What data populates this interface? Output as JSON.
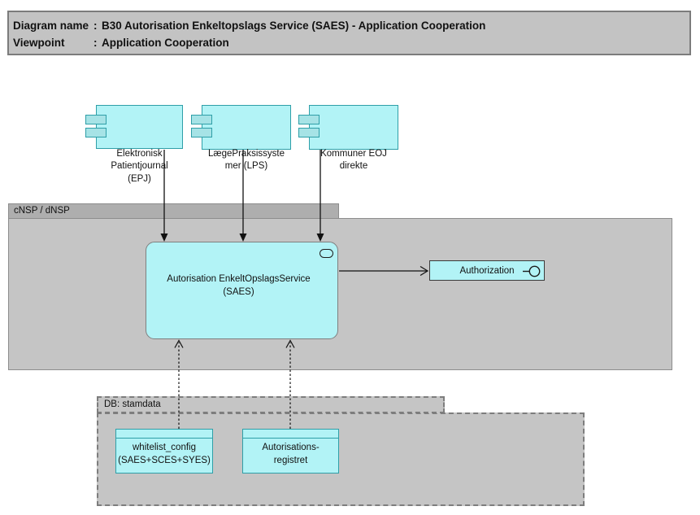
{
  "colors": {
    "node_fill": "#b2f3f6",
    "node_border": "#2f9fa8",
    "container_fill": "#c5c5c5",
    "container_tab_fill": "#aeaeae",
    "title_fill": "#c3c3c3",
    "arrow": "#111111"
  },
  "title_block": {
    "colon": ":",
    "rows": [
      {
        "label": "Diagram name",
        "value": "B30 Autorisation Enkeltopslags Service (SAES) - Application Cooperation"
      },
      {
        "label": "Viewpoint",
        "value": "Application Cooperation"
      }
    ]
  },
  "containers": {
    "cnsp": {
      "label": "cNSP / dNSP"
    },
    "db": {
      "label": "DB: stamdata"
    }
  },
  "components": [
    {
      "id": "epj",
      "label": "Elektronisk\nPatientjournal\n(EPJ)"
    },
    {
      "id": "lps",
      "label": "LægePraksissyste\nmer (LPS)"
    },
    {
      "id": "eoj",
      "label": "Kommuner EOJ\ndirekte"
    }
  ],
  "service": {
    "label": "Autorisation EnkeltOpslagsService\n(SAES)"
  },
  "interface": {
    "label": "Authorization"
  },
  "datastores": [
    {
      "id": "whitelist",
      "label": "whitelist_config\n(SAES+SCES+SYES)"
    },
    {
      "id": "autreg",
      "label": "Autorisations-\nregistret"
    }
  ],
  "relations": [
    {
      "from": "Elektronisk Patientjournal (EPJ)",
      "to": "Autorisation EnkeltOpslagsService (SAES)",
      "style": "solid",
      "arrowhead": "filled"
    },
    {
      "from": "LægePraksissystemer (LPS)",
      "to": "Autorisation EnkeltOpslagsService (SAES)",
      "style": "solid",
      "arrowhead": "filled"
    },
    {
      "from": "Kommuner EOJ direkte",
      "to": "Autorisation EnkeltOpslagsService (SAES)",
      "style": "solid",
      "arrowhead": "filled"
    },
    {
      "from": "Autorisation EnkeltOpslagsService (SAES)",
      "to": "Authorization",
      "style": "solid",
      "arrowhead": "open"
    },
    {
      "from": "whitelist_config (SAES+SCES+SYES)",
      "to": "Autorisation EnkeltOpslagsService (SAES)",
      "style": "dashed",
      "arrowhead": "open"
    },
    {
      "from": "Autorisations-registret",
      "to": "Autorisation EnkeltOpslagsService (SAES)",
      "style": "dashed",
      "arrowhead": "open"
    }
  ]
}
